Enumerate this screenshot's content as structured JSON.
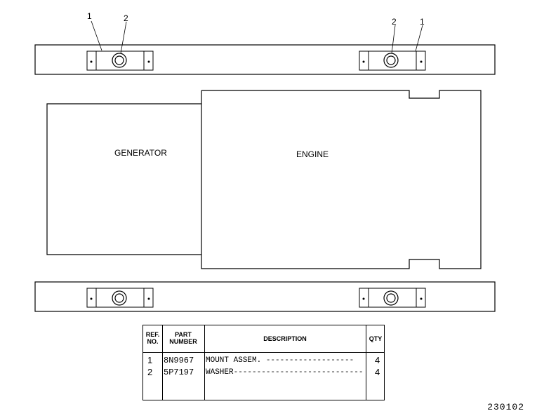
{
  "diagram": {
    "generator_label": "GENERATOR",
    "engine_label": "ENGINE",
    "callouts": {
      "left_mount": "1",
      "left_washer": "2",
      "right_washer": "2",
      "right_mount": "1"
    }
  },
  "parts_table": {
    "headers": {
      "ref_line1": "REF.",
      "ref_line2": "NO.",
      "part_line1": "PART",
      "part_line2": "NUMBER",
      "description": "DESCRIPTION",
      "qty": "QTY"
    },
    "rows": [
      {
        "ref": "1",
        "part_number": "8N9967",
        "description": "MOUNT ASSEM. -------------------",
        "qty": "4"
      },
      {
        "ref": "2",
        "part_number": "5P7197",
        "description": "WASHER----------------------------",
        "qty": "4"
      }
    ]
  },
  "figure_number": "230102"
}
